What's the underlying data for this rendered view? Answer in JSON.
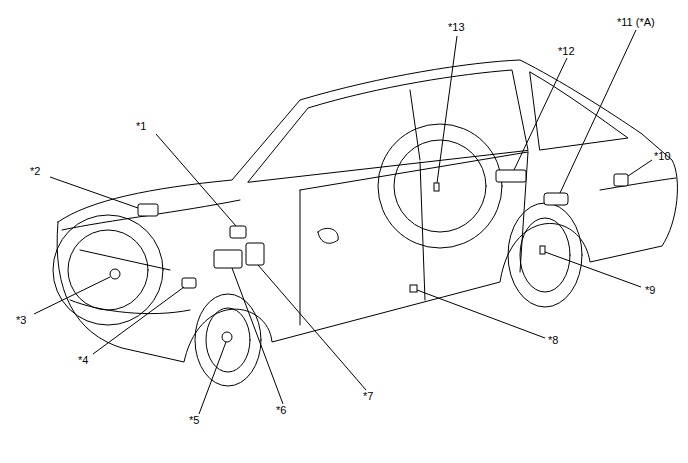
{
  "diagram": {
    "labels": [
      "*13",
      "*12",
      "*11 (*A)",
      "*1",
      "*10",
      "*2",
      "*9",
      "*3",
      "*8",
      "*4",
      "*7",
      "*5",
      "*6"
    ]
  }
}
